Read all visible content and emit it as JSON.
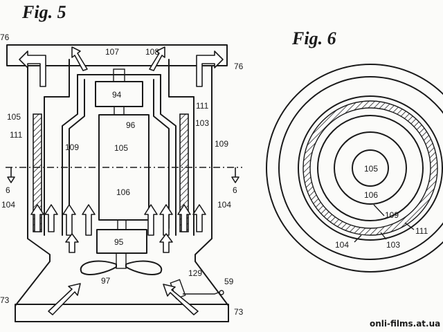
{
  "figures": {
    "fig5_title": "Fig. 5",
    "fig6_title": "Fig. 6"
  },
  "labels_fig5": {
    "l76a": "76",
    "l76b": "76",
    "l107": "107",
    "l108": "108",
    "l94": "94",
    "l96": "96",
    "l105a": "105",
    "l105b": "105",
    "l111a": "111",
    "l111b": "111",
    "l103": "103",
    "l109a": "109",
    "l109b": "109",
    "l6a": "6",
    "l6b": "6",
    "l104a": "104",
    "l104b": "104",
    "l106": "106",
    "l95": "95",
    "l97": "97",
    "l129": "129",
    "l59": "59",
    "l73a": "73",
    "l73b": "73"
  },
  "labels_fig6": {
    "l105": "105",
    "l106": "106",
    "l109": "109",
    "l111": "111",
    "l104": "104",
    "l103": "103"
  },
  "watermark": "onli-films.at.ua"
}
